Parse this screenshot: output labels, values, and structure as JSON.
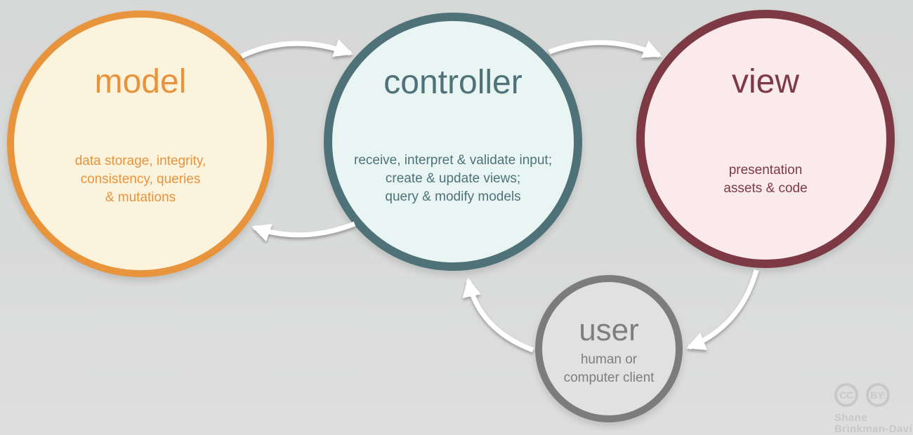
{
  "nodes": {
    "model": {
      "label": "model",
      "description": "data storage, integrity,\nconsistency, queries\n& mutations",
      "border_color": "#e8943c",
      "fill_color": "#fcf3dd",
      "text_color": "#e8933c"
    },
    "controller": {
      "label": "controller",
      "description": "receive, interpret & validate input;\ncreate & update views;\nquery & modify models",
      "border_color": "#4f7278",
      "fill_color": "#e8f5f3",
      "text_color": "#4f7278"
    },
    "view": {
      "label": "view",
      "description": "presentation\nassets & code",
      "border_color": "#7d3a45",
      "fill_color": "#faeaec",
      "text_color": "#7d3a45"
    },
    "user": {
      "label": "user",
      "description": "human or\ncomputer client",
      "border_color": "#7c7c7c",
      "fill_color": "#e1e1e1",
      "text_color": "#7e7e7e"
    }
  },
  "arrows": [
    {
      "from": "model",
      "to": "controller"
    },
    {
      "from": "controller",
      "to": "view"
    },
    {
      "from": "controller",
      "to": "model"
    },
    {
      "from": "view",
      "to": "user"
    },
    {
      "from": "user",
      "to": "controller"
    }
  ],
  "arrow_color": "#ffffff",
  "background_color": "#d9dada",
  "attribution": {
    "cc_label": "CC",
    "by_label": "BY:",
    "author_line1": "Shane",
    "author_line2": "Brinkman-Davis",
    "color": "#c8c8c8"
  }
}
